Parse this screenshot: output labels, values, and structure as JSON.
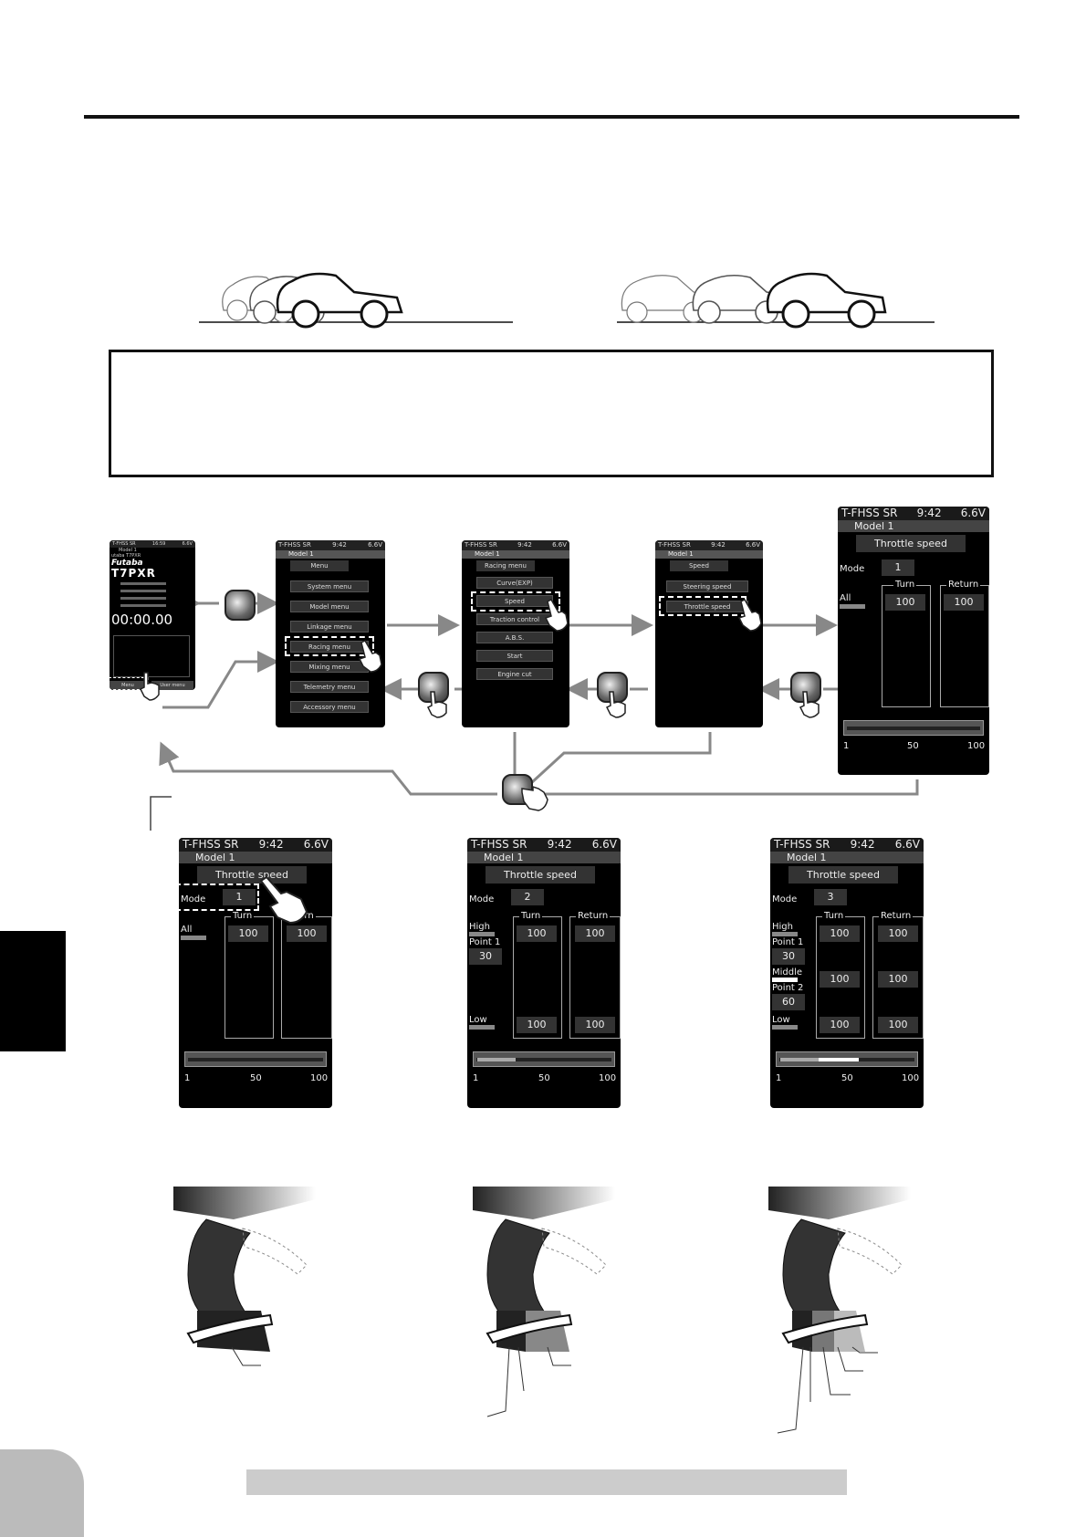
{
  "screen_small_1": {
    "status_left": "T-FHSS SR",
    "status_time": "16:59",
    "status_volt": "6.6V",
    "model": "Model 1",
    "brand_small": "utaba T7PXR",
    "brand": "Futaba",
    "model_name": "T7PXR",
    "timer": "00:00.00",
    "left_btn": "Menu",
    "right_btn": "User menu"
  },
  "screen_menu": {
    "status_left": "T-FHSS SR",
    "status_time": "9:42",
    "status_volt": "6.6V",
    "model": "Model 1",
    "title": "Menu",
    "items": [
      "System menu",
      "Model menu",
      "Linkage menu",
      "Racing menu",
      "Mixing menu",
      "Telemetry menu",
      "Accessory menu"
    ]
  },
  "screen_racing": {
    "status_left": "T-FHSS SR",
    "status_time": "9:42",
    "status_volt": "6.6V",
    "model": "Model 1",
    "title": "Racing menu",
    "items": [
      "Curve(EXP)",
      "Speed",
      "Traction control",
      "A.B.S.",
      "Start",
      "Engine cut"
    ]
  },
  "screen_speed": {
    "status_left": "T-FHSS SR",
    "status_time": "9:42",
    "status_volt": "6.6V",
    "model": "Model 1",
    "title": "Speed",
    "items": [
      "Steering speed",
      "Throttle speed"
    ]
  },
  "screen_throttle_top": {
    "status_left": "T-FHSS SR",
    "status_time": "9:42",
    "status_volt": "6.6V",
    "model_no": "1",
    "model": "Model 1",
    "title": "Throttle speed",
    "mode_label": "Mode",
    "mode_value": "1",
    "all_label": "All",
    "turn_label": "Turn",
    "return_label": "Return",
    "turn_value": "100",
    "return_value": "100",
    "scale": [
      "1",
      "50",
      "100"
    ]
  },
  "screen_mode1": {
    "status_left": "T-FHSS SR",
    "status_time": "9:42",
    "status_volt": "6.6V",
    "model_no": "1",
    "model": "Model 1",
    "title": "Throttle speed",
    "mode_label": "Mode",
    "mode_value": "1",
    "all_label": "All",
    "turn_label": "Turn",
    "return_label": "eturn",
    "turn_value": "100",
    "return_value": "100",
    "scale": [
      "1",
      "50",
      "100"
    ]
  },
  "screen_mode2": {
    "status_left": "T-FHSS SR",
    "status_time": "9:42",
    "status_volt": "6.6V",
    "model_no": "1",
    "model": "Model 1",
    "title": "Throttle speed",
    "mode_label": "Mode",
    "mode_value": "2",
    "high_label": "High",
    "point1_label": "Point 1",
    "point1_value": "30",
    "low_label": "Low",
    "turn_label": "Turn",
    "return_label": "Return",
    "high_turn": "100",
    "high_return": "100",
    "low_turn": "100",
    "low_return": "100",
    "scale": [
      "1",
      "50",
      "100"
    ]
  },
  "screen_mode3": {
    "status_left": "T-FHSS SR",
    "status_time": "9:42",
    "status_volt": "6.6V",
    "model_no": "1",
    "model": "Model 1",
    "title": "Throttle speed",
    "mode_label": "Mode",
    "mode_value": "3",
    "high_label": "High",
    "point1_label": "Point 1",
    "point1_value": "30",
    "middle_label": "Middle",
    "point2_label": "Point 2",
    "point2_value": "60",
    "low_label": "Low",
    "turn_label": "Turn",
    "return_label": "Return",
    "high_turn": "100",
    "high_return": "100",
    "mid_turn": "100",
    "mid_return": "100",
    "low_turn": "100",
    "low_return": "100",
    "scale": [
      "1",
      "50",
      "100"
    ]
  }
}
